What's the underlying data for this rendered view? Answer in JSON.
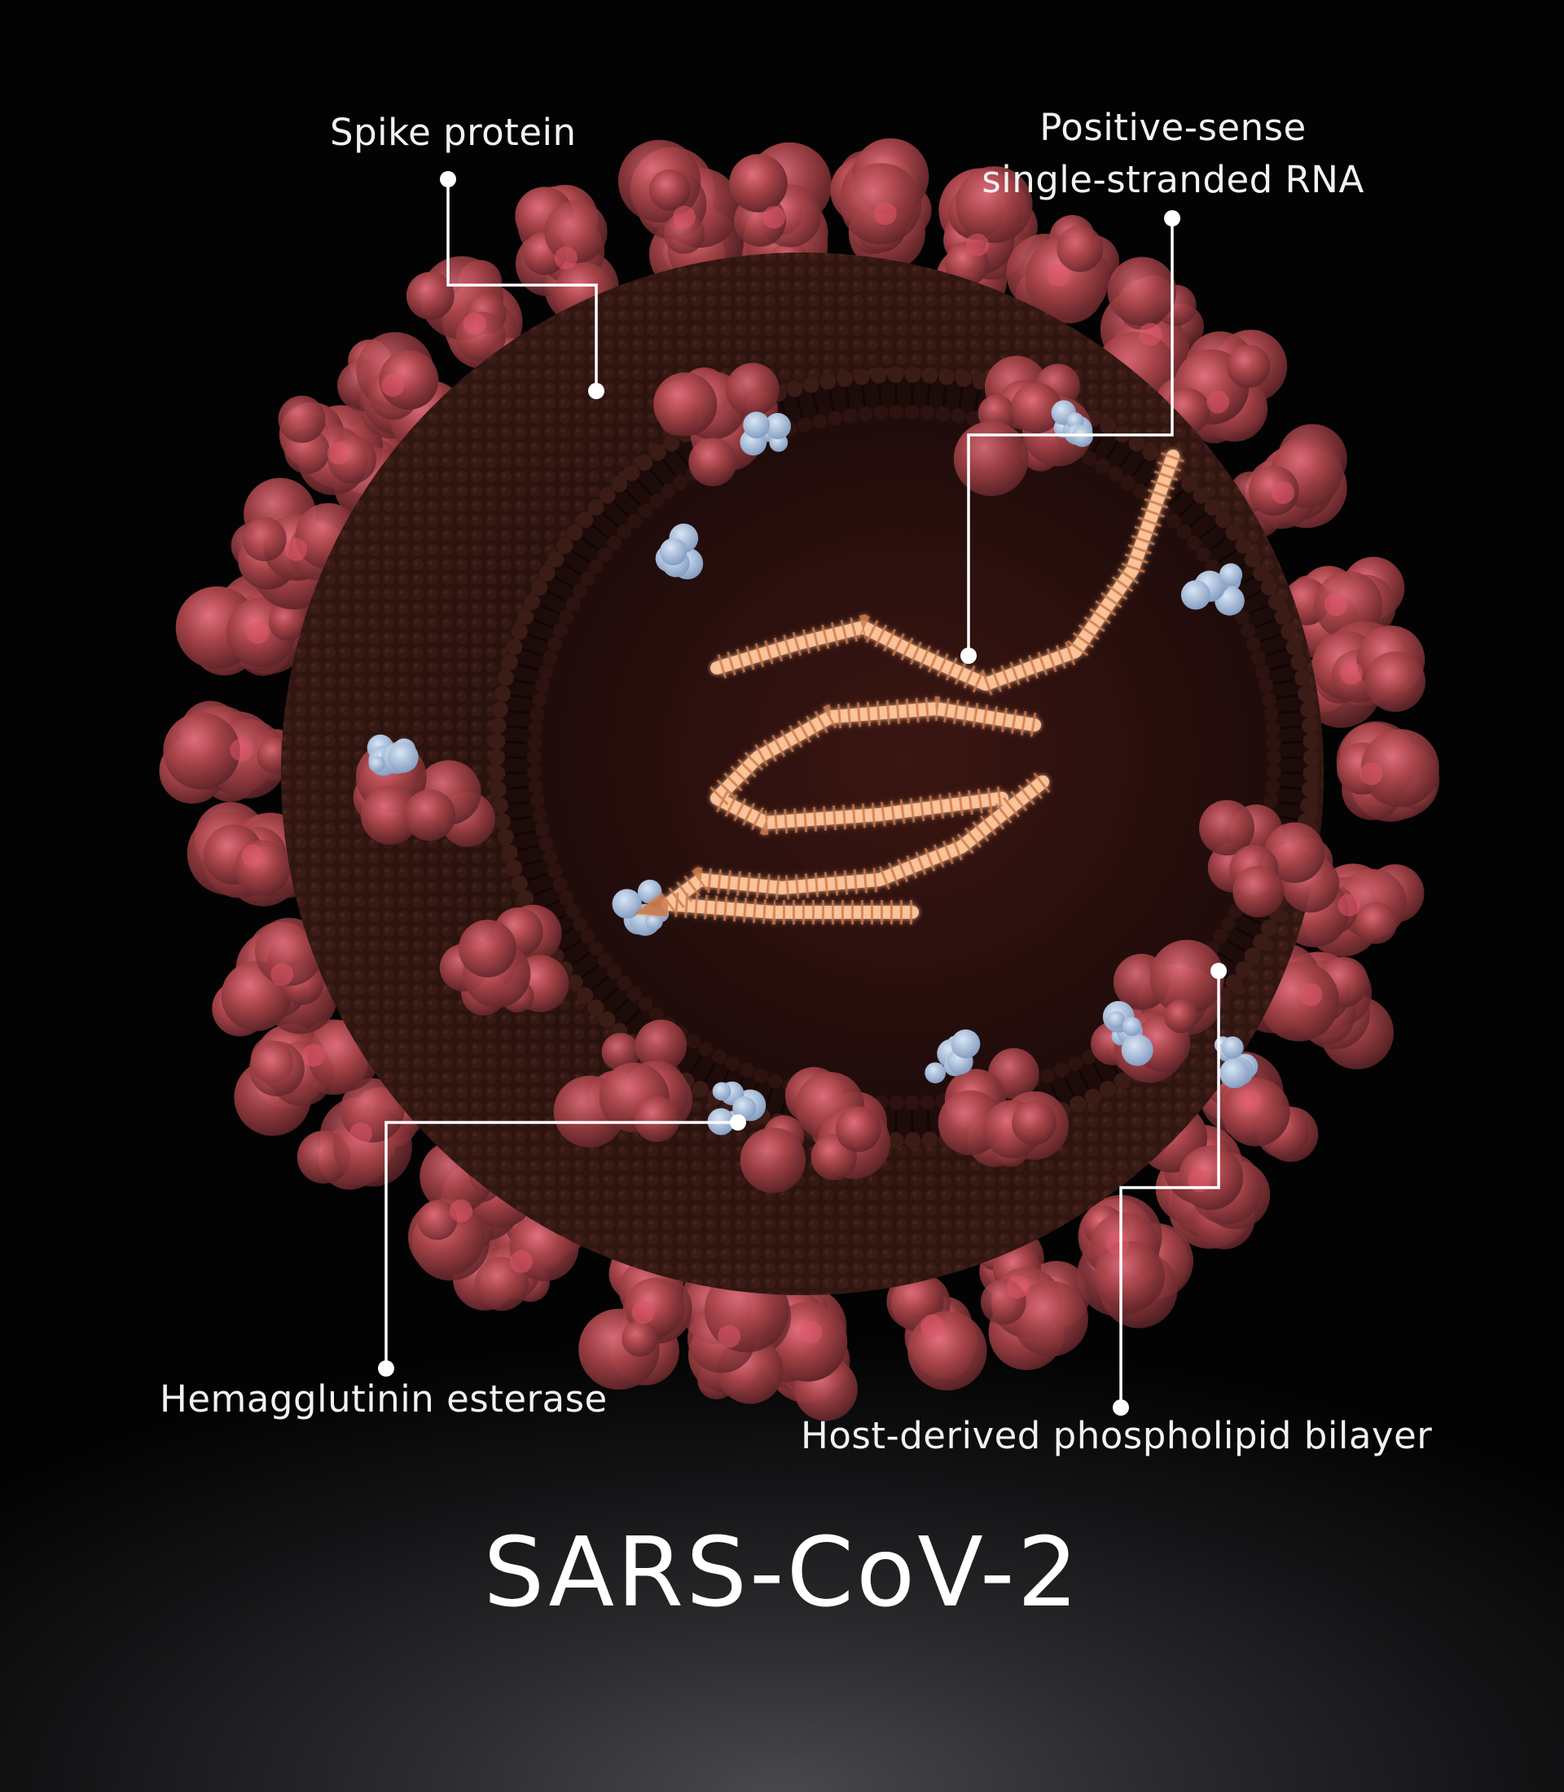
{
  "labels": {
    "spike_protein": "Spike protein",
    "rna_line1": "Positive-sense",
    "rna_line2": "single-stranded RNA",
    "hemagglutinin_esterase": "Hemagglutinin esterase",
    "phospholipid_bilayer": "Host-derived phospholipid bilayer"
  },
  "title": "SARS-CoV-2",
  "colors": {
    "background": "#000000",
    "envelope": "#2a1210",
    "spike": "#8c3a3e",
    "spike_highlight": "#e0566a",
    "rna": "#ffc49a",
    "membrane_protein": "#9fb6d4",
    "text": "#f2f2f2"
  }
}
